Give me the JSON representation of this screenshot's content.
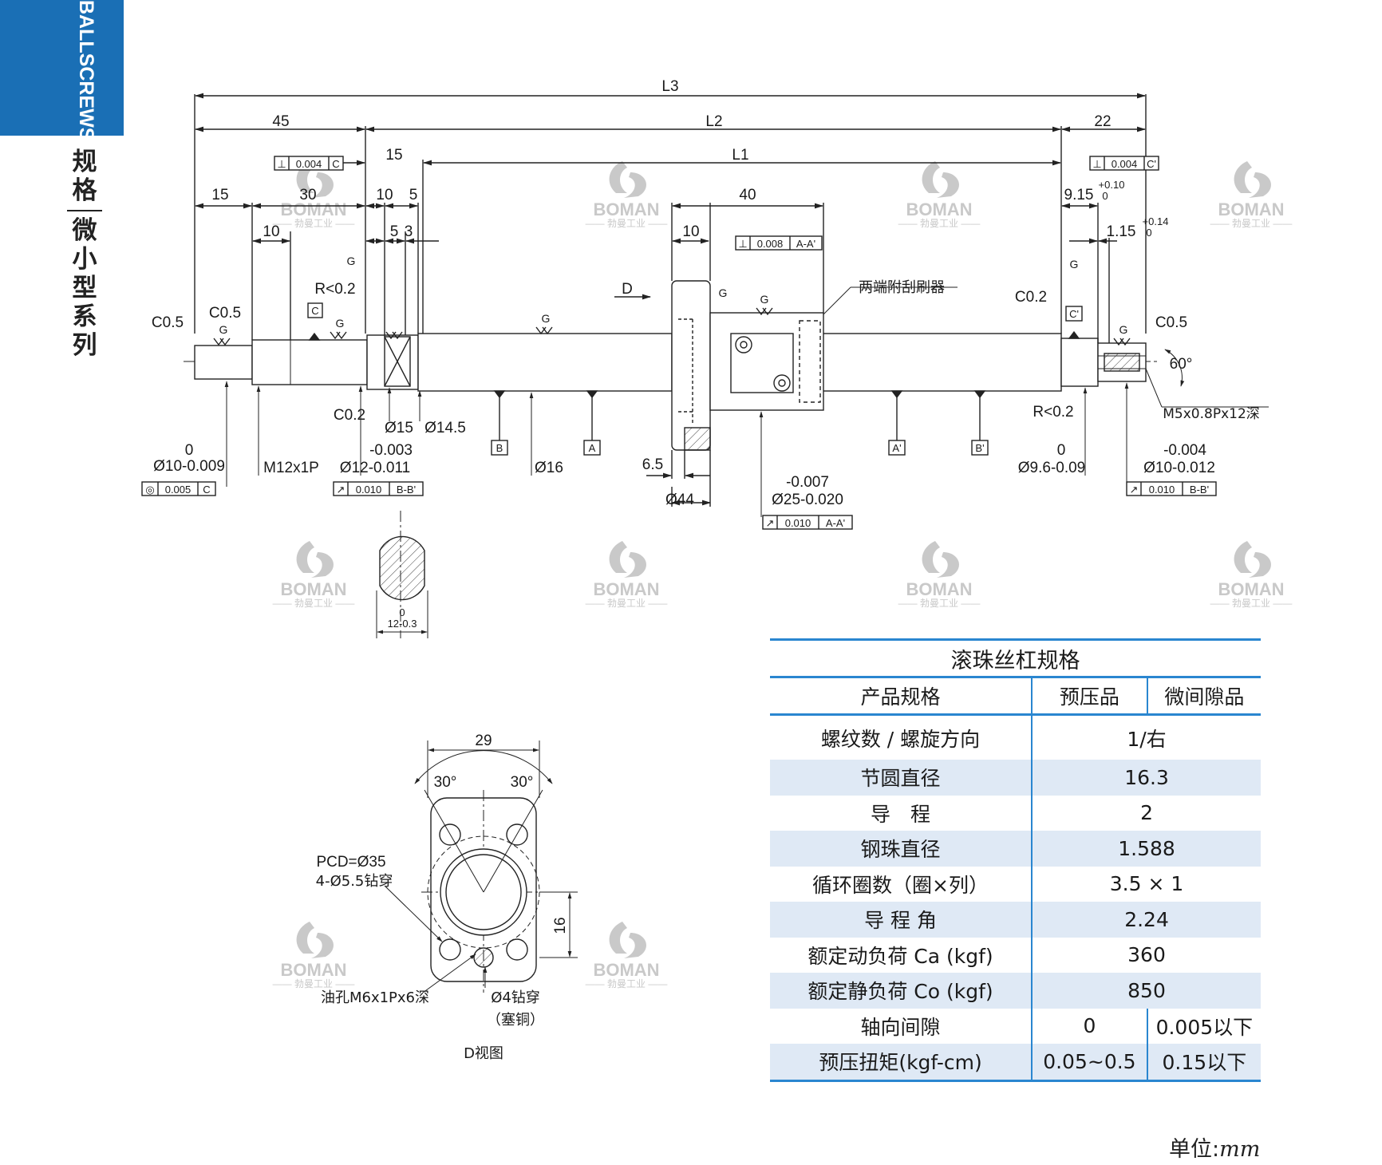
{
  "sidebar": {
    "tab_text": "BALLSCREWS",
    "title_top": [
      "规",
      "格"
    ],
    "title_bottom": [
      "微",
      "小",
      "型",
      "系",
      "列"
    ]
  },
  "watermark": {
    "brand": "BOMAN",
    "sub": "—— 勃曼工业 ——"
  },
  "drawing": {
    "dims": {
      "L3": "L3",
      "L2": "L2",
      "L1": "L1",
      "d45": "45",
      "d22": "22",
      "d15a": "15",
      "d30": "30",
      "d15b": "15",
      "d10a": "10",
      "d5a": "5",
      "d10b": "10",
      "d5b": "5",
      "d3": "3",
      "d40": "40",
      "d10c": "10",
      "d915": "9.15",
      "d915tol": "+0.10",
      "d915tol0": "0",
      "d115": "1.15",
      "d115tol": "+0.14",
      "d115tol0": "0",
      "d65": "6.5",
      "d16": "16",
      "d29": "29",
      "a30l": "30°",
      "a30r": "30°",
      "a60": "60°"
    },
    "labels": {
      "c05l": "C0.5",
      "c05m": "C0.5",
      "c05r": "C0.5",
      "c02l": "C0.2",
      "c02r": "C0.2",
      "r02l": "R<0.2",
      "r02r": "R<0.2",
      "g": "G",
      "d": "D",
      "dual_wiper": "两端附刮刷器",
      "d10_top": "0",
      "d10": "Ø10-0.009",
      "m12": "M12x1P",
      "d12_top": "-0.003",
      "d12": "Ø12-0.011",
      "d15": "Ø15",
      "d145": "Ø14.5",
      "d16": "Ø16",
      "d44": "Ø44",
      "d25_top": "-0.007",
      "d25": "Ø25-0.020",
      "d96_top": "0",
      "d96": "Ø9.6-0.09",
      "d10r_top": "-0.004",
      "d10r": "Ø10-0.012",
      "m5": "M5x0.8Px12深",
      "sec_top": "0",
      "sec": "12-0.3",
      "pcd": "PCD=Ø35",
      "holes": "4-Ø5.5钻穿",
      "oil": "油孔M6x1Px6深",
      "d4": "Ø4钻穿",
      "plug": "（塞铜）",
      "dview": "D视图"
    },
    "datums": {
      "A": "A",
      "B": "B",
      "A2": "A'",
      "B2": "B'",
      "C": "C",
      "C2": "C'"
    },
    "fcf": {
      "perp_c": [
        "⊥",
        "0.004",
        "C"
      ],
      "perp_c2": [
        "⊥",
        "0.004",
        "C'"
      ],
      "perp_aa": [
        "⊥",
        "0.008",
        "A-A'"
      ],
      "conc": [
        "◎",
        "0.005",
        "C"
      ],
      "run_bb1": [
        "↗",
        "0.010",
        "B-B'"
      ],
      "run_bb2": [
        "↗",
        "0.010",
        "B-B'"
      ],
      "run_aa": [
        "↗",
        "0.010",
        "A-A'"
      ]
    }
  },
  "spec_table": {
    "caption": "滚珠丝杠规格",
    "headers": [
      "产品规格",
      "预压品",
      "微间隙品"
    ],
    "rows": [
      {
        "label": "螺纹数 / 螺旋方向",
        "value": "1/右"
      },
      {
        "label": "节圆直径",
        "value": "16.3"
      },
      {
        "label": "导　程",
        "value": "2"
      },
      {
        "label": "钢珠直径",
        "value": "1.588"
      },
      {
        "label": "循环圈数（圈×列）",
        "value": "3.5 × 1"
      },
      {
        "label": "导 程 角",
        "value": "2.24"
      },
      {
        "label": "额定动负荷 Ca (kgf)",
        "value": "360"
      },
      {
        "label": "额定静负荷 Co (kgf)",
        "value": "850"
      }
    ],
    "axial_play": {
      "label": "轴向间隙",
      "preload": "0",
      "micro": "0.005以下"
    },
    "torque": {
      "label": "预压扭矩(kgf-cm)",
      "preload": "0.05~0.5",
      "micro": "0.15以下"
    }
  },
  "unit": {
    "label": "单位:",
    "value": "mm"
  }
}
